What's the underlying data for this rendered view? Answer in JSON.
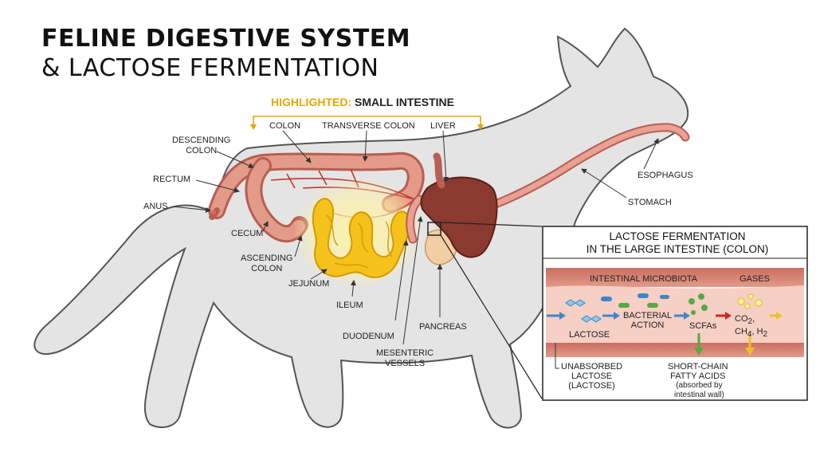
{
  "title": {
    "line1": "FELINE DIGESTIVE SYSTEM",
    "line2": "& LACTOSE FERMENTATION"
  },
  "highlight": {
    "prefix": "HIGHLIGHTED:",
    "organ": "SMALL INTESTINE"
  },
  "labels": {
    "colon": "COLON",
    "transverse_colon": "TRANSVERSE COLON",
    "liver": "LIVER",
    "descending_colon": "DESCENDING\nCOLON",
    "rectum": "RECTUM",
    "anus": "ANUS",
    "cecum": "CECUM",
    "ascending_colon": "ASCENDING\nCOLON",
    "jejunum": "JEJUNUM",
    "ileum": "ILEUM",
    "duodenum": "DUODENUM",
    "pancreas": "PANCREAS",
    "mesenteric_vessels": "MESENTERIC\nVESSELS",
    "esophagus": "ESOPHAGUS",
    "stomach": "STOMACH"
  },
  "panel": {
    "title": "LACTOSE FERMENTATION\nIN THE LARGE INTESTINE (COLON)",
    "microbiota": "INTESTINAL MICROBIOTA",
    "gases": "GASES",
    "lactose": "LACTOSE",
    "bacterial_action": "BACTERIAL\nACTION",
    "scfas": "SCFAs",
    "co2": "CO",
    "ch4": "CH",
    "h2": "H",
    "sub2": "2",
    "sub4": "4",
    "unabsorbed": "UNABSORBED\nLACTOSE\n(LACTOSE)",
    "scfa_full": "SHORT-CHAIN\nFATTY ACIDS",
    "absorbed": "(absorbed by\nintestinal wall)"
  },
  "colors": {
    "cat_fill": "#e4e4e4",
    "cat_outline": "#555555",
    "highlight_gold": "#f5c21b",
    "intestine_red": "#d9857a",
    "liver_brown": "#8a3a2e",
    "arrow_blue": "#3f86c9",
    "arrow_green": "#58a844",
    "arrow_red": "#c62828",
    "arrow_yellow": "#e8c22c"
  }
}
